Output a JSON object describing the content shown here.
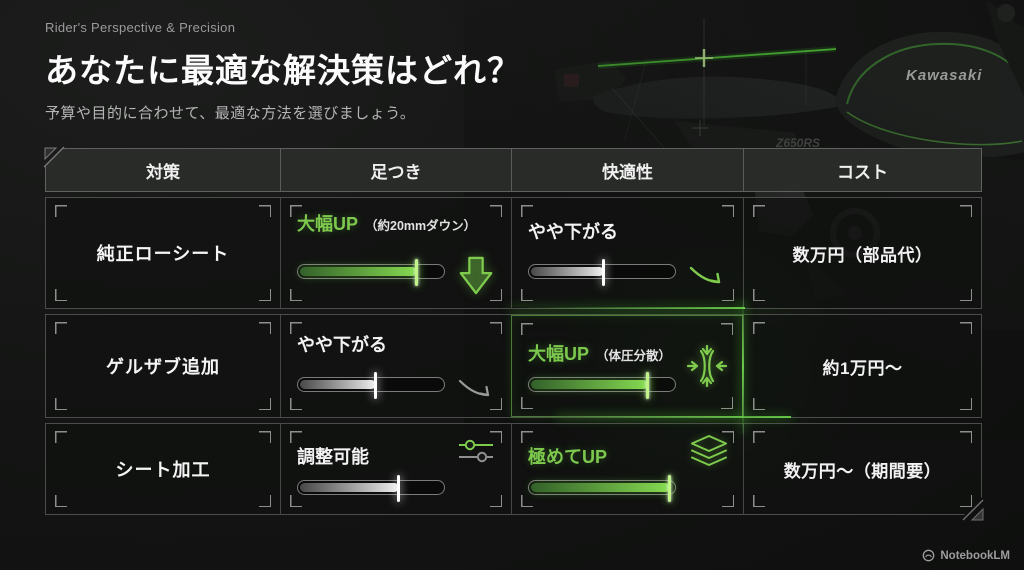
{
  "slide": {
    "eyebrow": "Rider's Perspective & Precision",
    "title": "あなたに最適な解決策はどれ？",
    "subtitle": "予算や目的に合わせて、最適な方法を選びましょう。",
    "watermark": "NotebookLM",
    "bike": {
      "brand": "Kawasaki",
      "model": "Z650RS"
    }
  },
  "colors": {
    "accent_green": "#7cc94e",
    "bright_green": "#c0f487",
    "bar_gray_tip": "#ededed",
    "background": "#141514"
  },
  "table": {
    "headers": {
      "measure": "対策",
      "foot_reach": "足つき",
      "comfort": "快適性",
      "cost": "コスト"
    },
    "rows": [
      {
        "label": "純正ローシート",
        "foot_reach": {
          "text": "大幅UP",
          "note": "（約20mmダウン）",
          "bar_pct": 80,
          "bar_style": "green",
          "icon": "big-down-arrow"
        },
        "comfort": {
          "text": "やや下がる",
          "note": "",
          "bar_pct": 50,
          "bar_style": "gray",
          "icon": "curved-down-arrow-green"
        },
        "cost": "数万円（部品代）"
      },
      {
        "label": "ゲルザブ追加",
        "foot_reach": {
          "text": "やや下がる",
          "note": "",
          "bar_pct": 52,
          "bar_style": "gray",
          "icon": "curved-down-arrow-gray"
        },
        "comfort": {
          "text": "大幅UP",
          "note": "（体圧分散）",
          "bar_pct": 80,
          "bar_style": "green",
          "icon": "compress-arrows"
        },
        "cost": "約1万円〜"
      },
      {
        "label": "シート加工",
        "foot_reach": {
          "text": "調整可能",
          "note": "",
          "bar_pct": 68,
          "bar_style": "gray",
          "icon": "sliders"
        },
        "comfort": {
          "text": "極めてUP",
          "note": "",
          "bar_pct": 95,
          "bar_style": "green",
          "icon": "layers"
        },
        "cost": "数万円〜（期間要）"
      }
    ]
  }
}
